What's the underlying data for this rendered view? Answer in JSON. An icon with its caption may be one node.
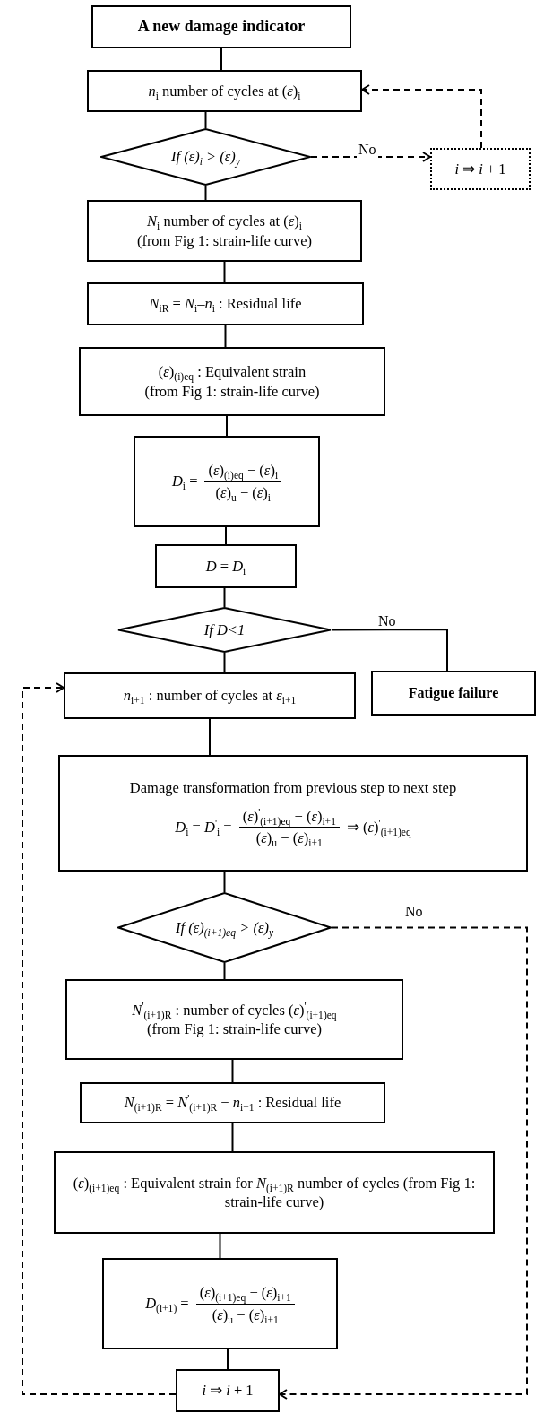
{
  "diagram": {
    "nodes": [
      {
        "text": [
          "A new damage indicator"
        ]
      },
      {
        "text": [
          "*n*$_{i}$ number of cycles at (*ε*)$_{i}$"
        ]
      },
      {
        "text": [
          "*If* (*ε*)$_{i}$ > (*ε*)$_{y}$"
        ]
      },
      {
        "text": [
          "*i* ⇒ *i* + 1"
        ]
      },
      {
        "text": [
          "*N*$_{i}$ number of cycles at (*ε*)$_{i}$",
          "(from Fig 1: strain-life curve)"
        ]
      },
      {
        "text": [
          "*N*$_{iR}$ = *N*$_{i}$–*n*$_{i}$ : Residual life"
        ]
      },
      {
        "text": [
          "(*ε*)$_{(i)eq}$ : Equivalent strain",
          "(from Fig 1: strain-life curve)"
        ]
      },
      {
        "text": [
          "*D*$_{i}$ =",
          "(*ε*)$_{(i)eq}$ − (*ε*)$_{i}$",
          "(*ε*)$_{u}$ − (*ε*)$_{i}$"
        ]
      },
      {
        "text": [
          "*D* = *D*$_{i}$"
        ]
      },
      {
        "text": [
          "If D<1"
        ]
      },
      {
        "text": [
          "*n*$_{i+1}$ : number of cycles at *ε*$_{i+1}$"
        ]
      },
      {
        "text": [
          "Fatigue failure"
        ]
      },
      {
        "text": [
          "Damage transformation from previous step to next step",
          "*D*$_{i}$ = *D*$^{'}$$_{i}$ =",
          "(*ε*)$^{'}$$_{(i+1)eq}$ − (*ε*)$_{i+1}$",
          "(*ε*)$_{u}$ − (*ε*)$_{i+1}$",
          "⇒ (*ε*)$^{'}$$_{(i+1)eq}$"
        ]
      },
      {
        "text": [
          "*If* (*ε*)$_{(i+1)eq}$ > (*ε*)$_{y}$"
        ]
      },
      {
        "text": [
          "*N*$^{'}$$_{(i+1)R}$ : number of cycles (*ε*)$^{'}$$_{(i+1)eq}$",
          "(from Fig 1: strain-life curve)"
        ]
      },
      {
        "text": [
          "*N*$_{(i+1)R}$ = *N*$^{'}$$_{(i+1)R}$ − *n*$_{i+1}$ : Residual life"
        ]
      },
      {
        "text": [
          "(*ε*)$_{(i+1)eq}$ : Equivalent strain for *N*$_{(i+1)R}$ number of cycles (from Fig 1: strain-life curve)"
        ]
      },
      {
        "text": [
          "*D*$_{(i+1)}$ =",
          "(*ε*)$_{(i+1)eq}$ − (*ε*)$_{i+1}$",
          "(*ε*)$_{u}$ − (*ε*)$_{i+1}$"
        ]
      },
      {
        "text": [
          "*i* ⇒ *i* + 1"
        ]
      }
    ],
    "edges": [
      {
        "from": 0,
        "to": 1,
        "arrow": "none"
      },
      {
        "from": 1,
        "to": 2,
        "arrow": "none"
      },
      {
        "from": 2,
        "to": 3,
        "arrow": "to",
        "label": "No",
        "style": "dashed"
      },
      {
        "from": 3,
        "to": 1,
        "arrow": "to",
        "style": "dashed"
      },
      {
        "from": 2,
        "to": 4,
        "arrow": "none"
      },
      {
        "from": 4,
        "to": 5,
        "arrow": "none"
      },
      {
        "from": 5,
        "to": 6,
        "arrow": "none"
      },
      {
        "from": 6,
        "to": 7,
        "arrow": "none"
      },
      {
        "from": 7,
        "to": 8,
        "arrow": "none"
      },
      {
        "from": 8,
        "to": 9,
        "arrow": "none"
      },
      {
        "from": 9,
        "to": 10,
        "arrow": "none"
      },
      {
        "from": 9,
        "to": 11,
        "arrow": "none",
        "label": "No"
      },
      {
        "from": 10,
        "to": 12,
        "arrow": "none"
      },
      {
        "from": 12,
        "to": 13,
        "arrow": "none"
      },
      {
        "from": 13,
        "to": 14,
        "arrow": "none"
      },
      {
        "from": 14,
        "to": 15,
        "arrow": "none"
      },
      {
        "from": 15,
        "to": 16,
        "arrow": "none"
      },
      {
        "from": 16,
        "to": 17,
        "arrow": "none"
      },
      {
        "from": 17,
        "to": 18,
        "arrow": "none"
      },
      {
        "from": 13,
        "to": 18,
        "arrow": "to",
        "label": "No",
        "style": "dashed"
      },
      {
        "from": 18,
        "to": 10,
        "arrow": "to",
        "style": "dashed"
      }
    ]
  }
}
